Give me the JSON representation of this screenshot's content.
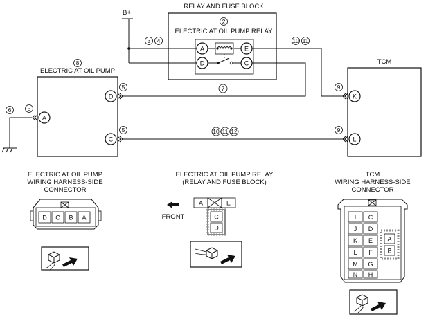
{
  "relay_fuse_block": {
    "title": "RELAY AND FUSE BLOCK",
    "ref": "2",
    "relay_label": "ELECTRIC AT OIL PUMP RELAY",
    "pins": [
      "A",
      "E",
      "D",
      "C"
    ],
    "fuse_refs": "3 4",
    "power_refs": "10 11",
    "power_label": "B+"
  },
  "oil_pump": {
    "ref": "8",
    "label": "ELECTRIC AT OIL PUMP",
    "pins": [
      "A",
      "D",
      "C"
    ],
    "pin_refs": {
      "A": "5",
      "D": "5",
      "C": "5"
    },
    "ground_ref": "6"
  },
  "tcm": {
    "label": "TCM",
    "pins": [
      "K",
      "L"
    ],
    "pin_refs": {
      "K": "9",
      "L": "9"
    }
  },
  "wire_refs": {
    "d_to_relay": "7",
    "c_to_tcm": "10 11 12"
  },
  "connectors": {
    "pump": {
      "title_lines": [
        "ELECTRIC AT OIL PUMP",
        "WIRING HARNESS-SIDE",
        "CONNECTOR"
      ],
      "pins": [
        "D",
        "C",
        "B",
        "A"
      ]
    },
    "relay": {
      "title_lines": [
        "ELECTRIC AT OIL PUMP RELAY",
        "(RELAY AND FUSE BLOCK)"
      ],
      "top_pins": [
        "A",
        "E"
      ],
      "bottom_pins": [
        "C",
        "D"
      ],
      "front_label": "FRONT"
    },
    "tcm": {
      "title_lines": [
        "TCM",
        "WIRING HARNESS-SIDE",
        "CONNECTOR"
      ],
      "left_col": [
        "I",
        "J",
        "K",
        "L",
        "M",
        "N"
      ],
      "right_col": [
        "C",
        "D",
        "E",
        "F",
        "G",
        "H"
      ],
      "side_pins": [
        "A",
        "B"
      ]
    }
  }
}
